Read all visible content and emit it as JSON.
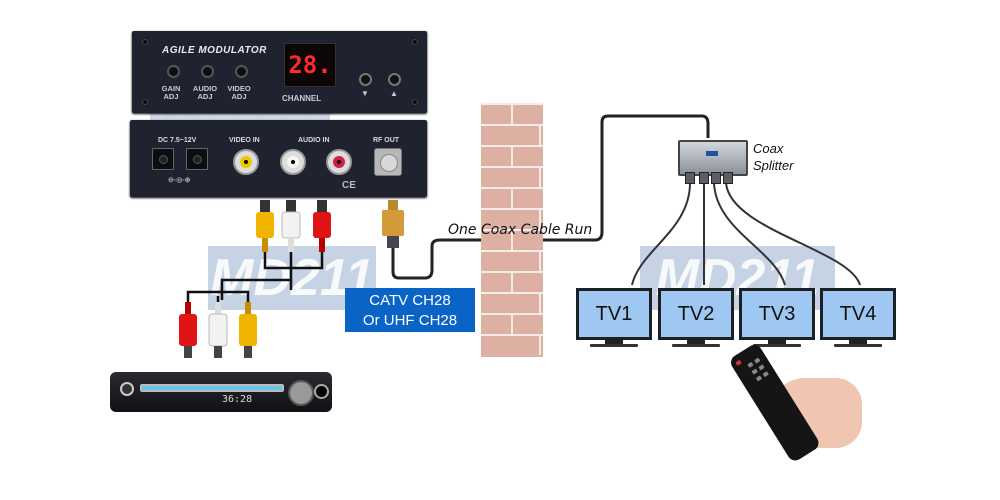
{
  "modulator_front": {
    "title": "AGILE MODULATOR",
    "knobs": [
      {
        "label_line1": "GAIN",
        "label_line2": "ADJ"
      },
      {
        "label_line1": "AUDIO",
        "label_line2": "ADJ"
      },
      {
        "label_line1": "VIDEO",
        "label_line2": "ADJ"
      }
    ],
    "channel_display": "28.",
    "channel_label": "CHANNEL",
    "down_arrow": "▼",
    "up_arrow": "▲"
  },
  "modulator_back": {
    "dc_label": "DC 7.5~12V",
    "video_in_label": "VIDEO IN",
    "audio_in_label": "AUDIO IN",
    "rf_out_label": "RF OUT",
    "ce_mark": "CE",
    "polarity_symbol": "⊖-◎-⊕"
  },
  "cable_label": "One Coax Cable Run",
  "catv_label": {
    "line1": "CATV CH28",
    "line2": "Or UHF CH28"
  },
  "splitter_label": {
    "line1": "Coax",
    "line2": "Splitter"
  },
  "tvs": [
    "TV1",
    "TV2",
    "TV3",
    "TV4"
  ],
  "dvd_player": {
    "display": "36:28"
  },
  "watermark": "MD211",
  "colors": {
    "catv_box": "#0a64c6",
    "tv_screen": "#9ec8f2",
    "wall": "#ddb0a3",
    "rca_yellow": "#f0b400",
    "rca_white": "#f2f2f2",
    "rca_red": "#e01414",
    "channel_led": "#ff2a2a"
  }
}
